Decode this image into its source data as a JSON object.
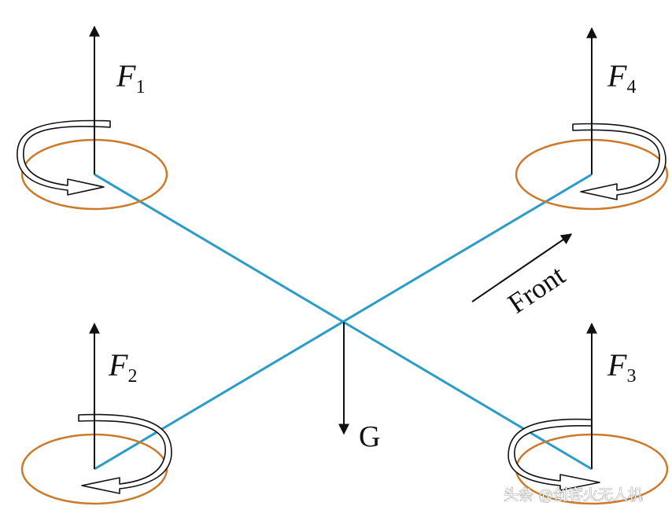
{
  "diagram": {
    "frame_color": "#2a9cc8",
    "rotor_color": "#cc7a2a",
    "arrow_color": "#111111",
    "rotors": [
      {
        "id": "rotor-1",
        "force_letter": "F",
        "force_sub": "1",
        "spin": "counterclockwise"
      },
      {
        "id": "rotor-4",
        "force_letter": "F",
        "force_sub": "4",
        "spin": "clockwise"
      },
      {
        "id": "rotor-2",
        "force_letter": "F",
        "force_sub": "2",
        "spin": "clockwise"
      },
      {
        "id": "rotor-3",
        "force_letter": "F",
        "force_sub": "3",
        "spin": "counterclockwise"
      }
    ],
    "gravity_label": "G",
    "front_label": "Front"
  },
  "watermark": {
    "text": "头条 @创客火无人机"
  }
}
